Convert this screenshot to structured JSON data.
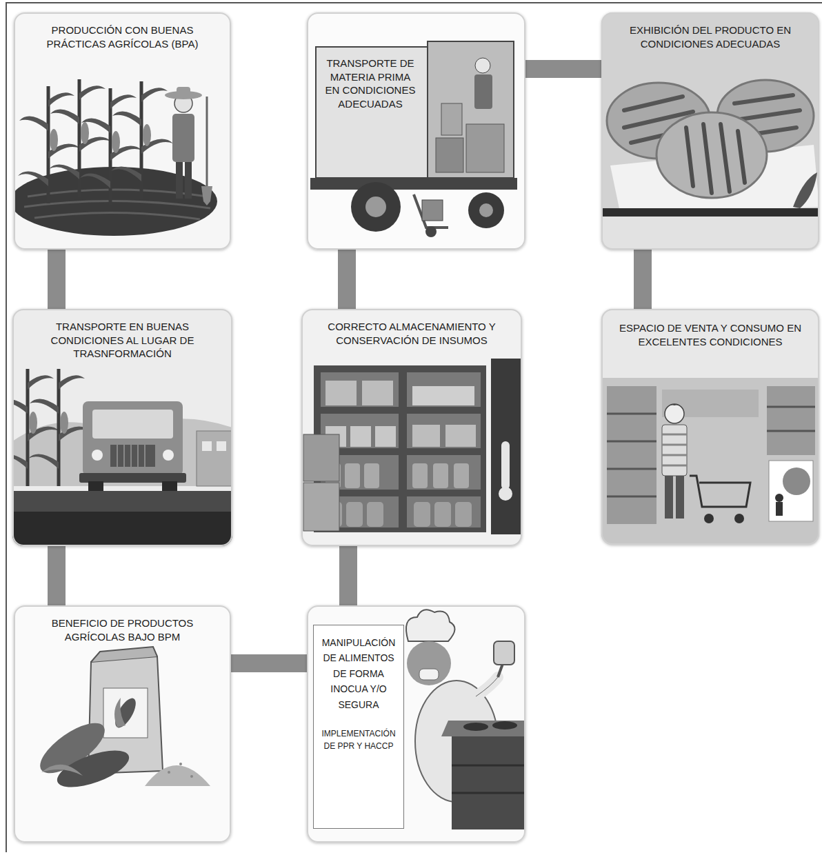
{
  "diagram": {
    "nodes": [
      {
        "text": [
          "PRODUCCIÓN CON BUENAS PRÁCTICAS AGRÍCOLAS (BPA)"
        ]
      },
      {
        "text": [
          "TRANSPORTE DE MATERIA PRIMA EN CONDICIONES ADECUADAS"
        ]
      },
      {
        "text": [
          "EXHIBICIÓN DEL PRODUCTO EN CONDICIONES ADECUADAS"
        ]
      },
      {
        "text": [
          "TRANSPORTE EN BUENAS CONDICIONES AL LUGAR DE TRASNFORMACIÓN"
        ]
      },
      {
        "text": [
          "CORRECTO ALMACENAMIENTO Y CONSERVACIÓN DE INSUMOS"
        ]
      },
      {
        "text": [
          "ESPACIO DE VENTA Y CONSUMO EN EXCELENTES CONDICIONES"
        ]
      },
      {
        "text": [
          "BENEFICIO DE PRODUCTOS AGRÍCOLAS BAJO BPM"
        ]
      },
      {
        "text": [
          "MANIPULACIÓN DE ALIMENTOS DE FORMA INOCUA Y/O SEGURA",
          "IMPLEMENTACIÓN DE PPR Y HACCP"
        ]
      }
    ],
    "edges": [
      {
        "from": 0,
        "to": 3,
        "arrow": "none"
      },
      {
        "from": 3,
        "to": 6,
        "arrow": "none"
      },
      {
        "from": 6,
        "to": 7,
        "arrow": "none"
      },
      {
        "from": 7,
        "to": 4,
        "arrow": "none"
      },
      {
        "from": 4,
        "to": 1,
        "arrow": "none"
      },
      {
        "from": 1,
        "to": 2,
        "arrow": "none"
      },
      {
        "from": 2,
        "to": 5,
        "arrow": "none"
      }
    ]
  }
}
